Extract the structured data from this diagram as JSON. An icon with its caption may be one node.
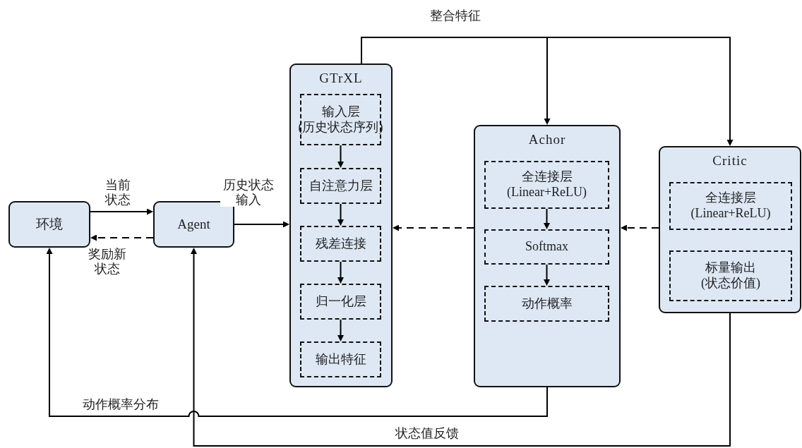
{
  "diagram": {
    "nodes": [
      {
        "text": [
          "环境"
        ]
      },
      {
        "text": [
          "Agent"
        ]
      },
      {
        "text": [
          "GTrXL"
        ]
      },
      {
        "text": [
          "输入层 (历史状态序列)"
        ],
        "in": 2
      },
      {
        "text": [
          "自注意力层"
        ],
        "in": 2
      },
      {
        "text": [
          "残差连接"
        ],
        "in": 2
      },
      {
        "text": [
          "归一化层"
        ],
        "in": 2
      },
      {
        "text": [
          "输出特征"
        ],
        "in": 2
      },
      {
        "text": [
          "Achor"
        ]
      },
      {
        "text": [
          "全连接层 (Linear+ReLU)"
        ],
        "in": 8
      },
      {
        "text": [
          "Softmax"
        ],
        "in": 8
      },
      {
        "text": [
          "动作概率"
        ],
        "in": 8
      },
      {
        "text": [
          "Critic"
        ]
      },
      {
        "text": [
          "全连接层 (Linear+ReLU)"
        ],
        "in": 12
      },
      {
        "text": [
          "标量输出 (状态价值)"
        ],
        "in": 12
      }
    ],
    "edges": [
      {
        "from": 0,
        "to": 1,
        "arrow": "to",
        "label": "当前状态"
      },
      {
        "from": 1,
        "to": 0,
        "arrow": "to",
        "style": "dashed",
        "label": "奖励新状态"
      },
      {
        "from": 1,
        "to": 2,
        "arrow": "to",
        "label": "历史状态输入"
      },
      {
        "from": 3,
        "to": 4,
        "arrow": "to"
      },
      {
        "from": 4,
        "to": 5,
        "arrow": "to"
      },
      {
        "from": 5,
        "to": 6,
        "arrow": "to"
      },
      {
        "from": 6,
        "to": 7,
        "arrow": "to"
      },
      {
        "from": 2,
        "to": 8,
        "arrow": "to",
        "label": "整合特征"
      },
      {
        "from": 2,
        "to": 12,
        "arrow": "to"
      },
      {
        "from": 9,
        "to": 10,
        "arrow": "to"
      },
      {
        "from": 10,
        "to": 11,
        "arrow": "to"
      },
      {
        "from": 8,
        "to": 2,
        "arrow": "to",
        "style": "dashed"
      },
      {
        "from": 12,
        "to": 8,
        "arrow": "to",
        "style": "dashed"
      },
      {
        "from": 8,
        "to": 0,
        "arrow": "to",
        "label": "动作概率分布"
      },
      {
        "from": 12,
        "to": 1,
        "arrow": "to",
        "label": "状态值反馈"
      }
    ]
  }
}
